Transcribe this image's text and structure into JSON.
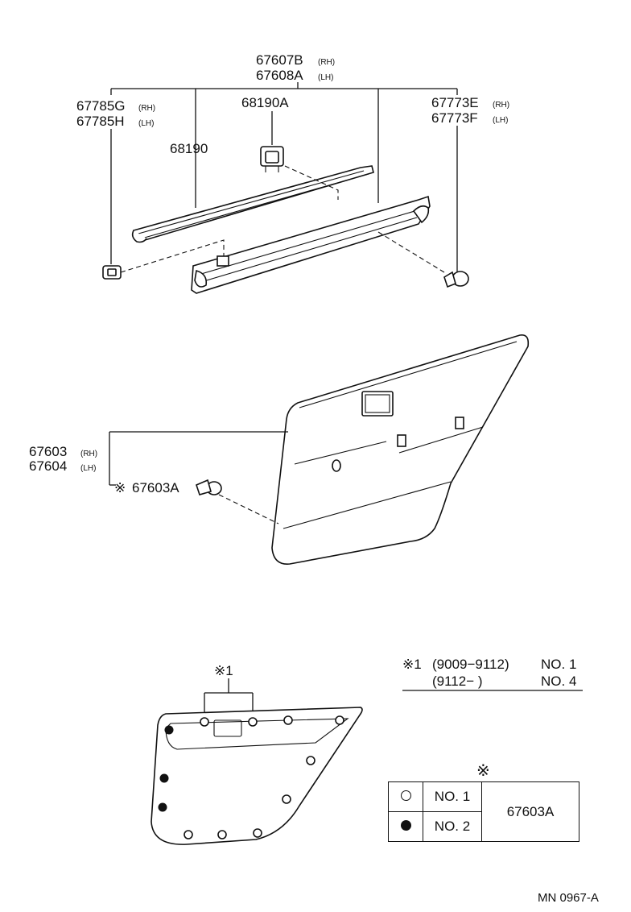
{
  "labels": {
    "molding_rh": "67607B",
    "molding_rh_side": "(RH)",
    "molding_lh": "67608A",
    "molding_lh_side": "(LH)",
    "clip_g": "67785G",
    "clip_g_side": "(RH)",
    "clip_h": "67785H",
    "clip_h_side": "(LH)",
    "weatherstrip": "68190",
    "retainer": "68190A",
    "clip_e": "67773E",
    "clip_e_side": "(RH)",
    "clip_f": "67773F",
    "clip_f_side": "(LH)",
    "panel_rh": "67603",
    "panel_rh_side": "(RH)",
    "panel_lh": "67604",
    "panel_lh_side": "(LH)",
    "panel_clip_mark": "※",
    "panel_clip": "67603A"
  },
  "note": {
    "mark": "※1",
    "line1_range": "(9009−9112)",
    "line1_no": "NO. 1",
    "line2_range": "(9112−          )",
    "line2_no": "NO. 4"
  },
  "callout": "※1",
  "legend": {
    "mark": "※",
    "rows": [
      {
        "symbol": "hollow-circle",
        "label": "NO. 1"
      },
      {
        "symbol": "filled-circle",
        "label": "NO. 2"
      }
    ],
    "part": "67603A"
  },
  "footer": "MN 0967-A"
}
